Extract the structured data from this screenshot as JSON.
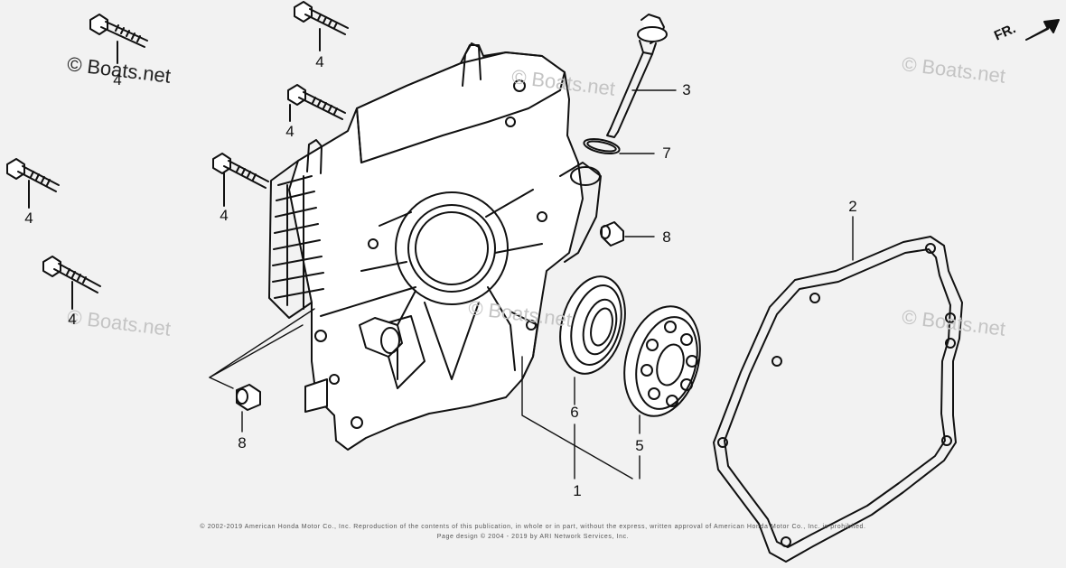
{
  "watermark": {
    "text": "© Boats.net"
  },
  "direction": {
    "label": "FR."
  },
  "callouts": {
    "c1": "1",
    "c2": "2",
    "c3": "3",
    "c4a": "4",
    "c4b": "4",
    "c4c": "4",
    "c4d": "4",
    "c4e": "4",
    "c4f": "4",
    "c5": "5",
    "c6": "6",
    "c7": "7",
    "c8a": "8",
    "c8b": "8"
  },
  "copyright": {
    "line1": "© 2002-2019 American Honda Motor Co., Inc. Reproduction of the contents of this publication, in whole or in part, without the express, written approval of American Honda Motor Co., Inc. is prohibited.",
    "line2": "Page design © 2004 - 2019 by ARI Network Services, Inc."
  }
}
